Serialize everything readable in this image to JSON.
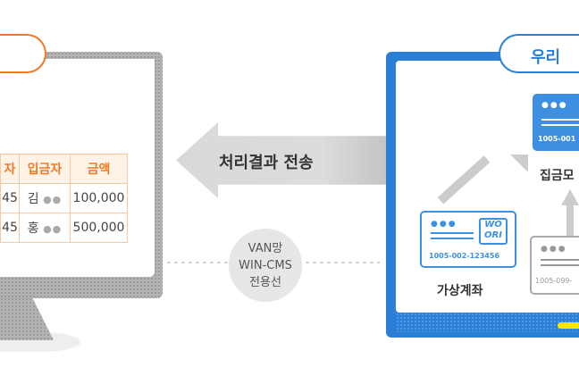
{
  "left_monitor": {
    "table": {
      "headers": [
        "자",
        "입금자",
        "금액"
      ],
      "rows": [
        [
          "45",
          "김",
          "100,000"
        ],
        [
          "45",
          "홍",
          "500,000"
        ]
      ]
    }
  },
  "transfer": {
    "arrow_label": "처리결과 전송",
    "network_lines": [
      "VAN망",
      "WIN-CMS",
      "전용선"
    ]
  },
  "right_monitor": {
    "title": "우리",
    "collection_card": {
      "number": "1005-001",
      "label": "집금모"
    },
    "virtual_card": {
      "logo_line1": "WO",
      "logo_line2": "ORI",
      "number": "1005-002-123456",
      "label": "가상계좌"
    },
    "other_card": {
      "number": "1005-099-"
    }
  },
  "colors": {
    "orange": "#f47920",
    "blue": "#2b7fd6",
    "yellow": "#ffe600"
  }
}
